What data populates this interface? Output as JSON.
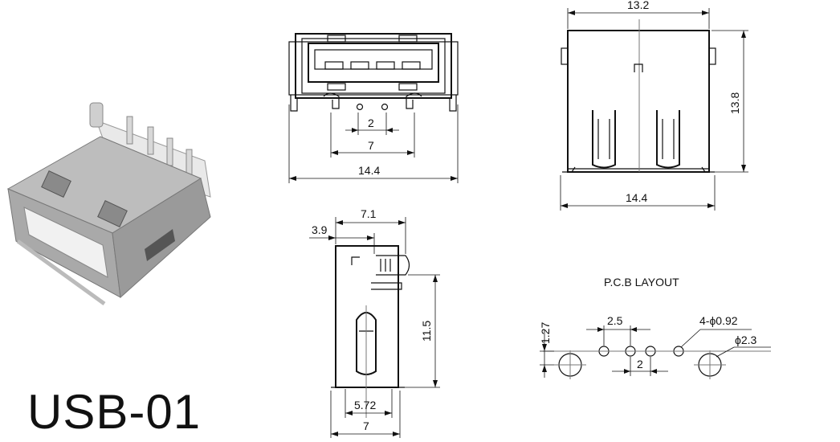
{
  "product": {
    "model": "USB-01"
  },
  "front_view": {
    "dim_pin_pitch": "2",
    "dim_outer_pins": "7",
    "dim_width": "14.4"
  },
  "top_view": {
    "dim_top_width": "13.2",
    "dim_bottom_width": "14.4",
    "dim_height": "13.8"
  },
  "side_view": {
    "dim_depth": "7.1",
    "dim_offset": "3.9",
    "dim_height": "11.5",
    "dim_inner": "5.72",
    "dim_bottom": "7"
  },
  "pcb_layout": {
    "title": "P.C.B LAYOUT",
    "dim_row_offset": "1.27",
    "dim_pin_span": "2.5",
    "dim_pitch": "2",
    "dim_small_holes": "4-ϕ0.92",
    "dim_large_holes": "ϕ2.3"
  }
}
